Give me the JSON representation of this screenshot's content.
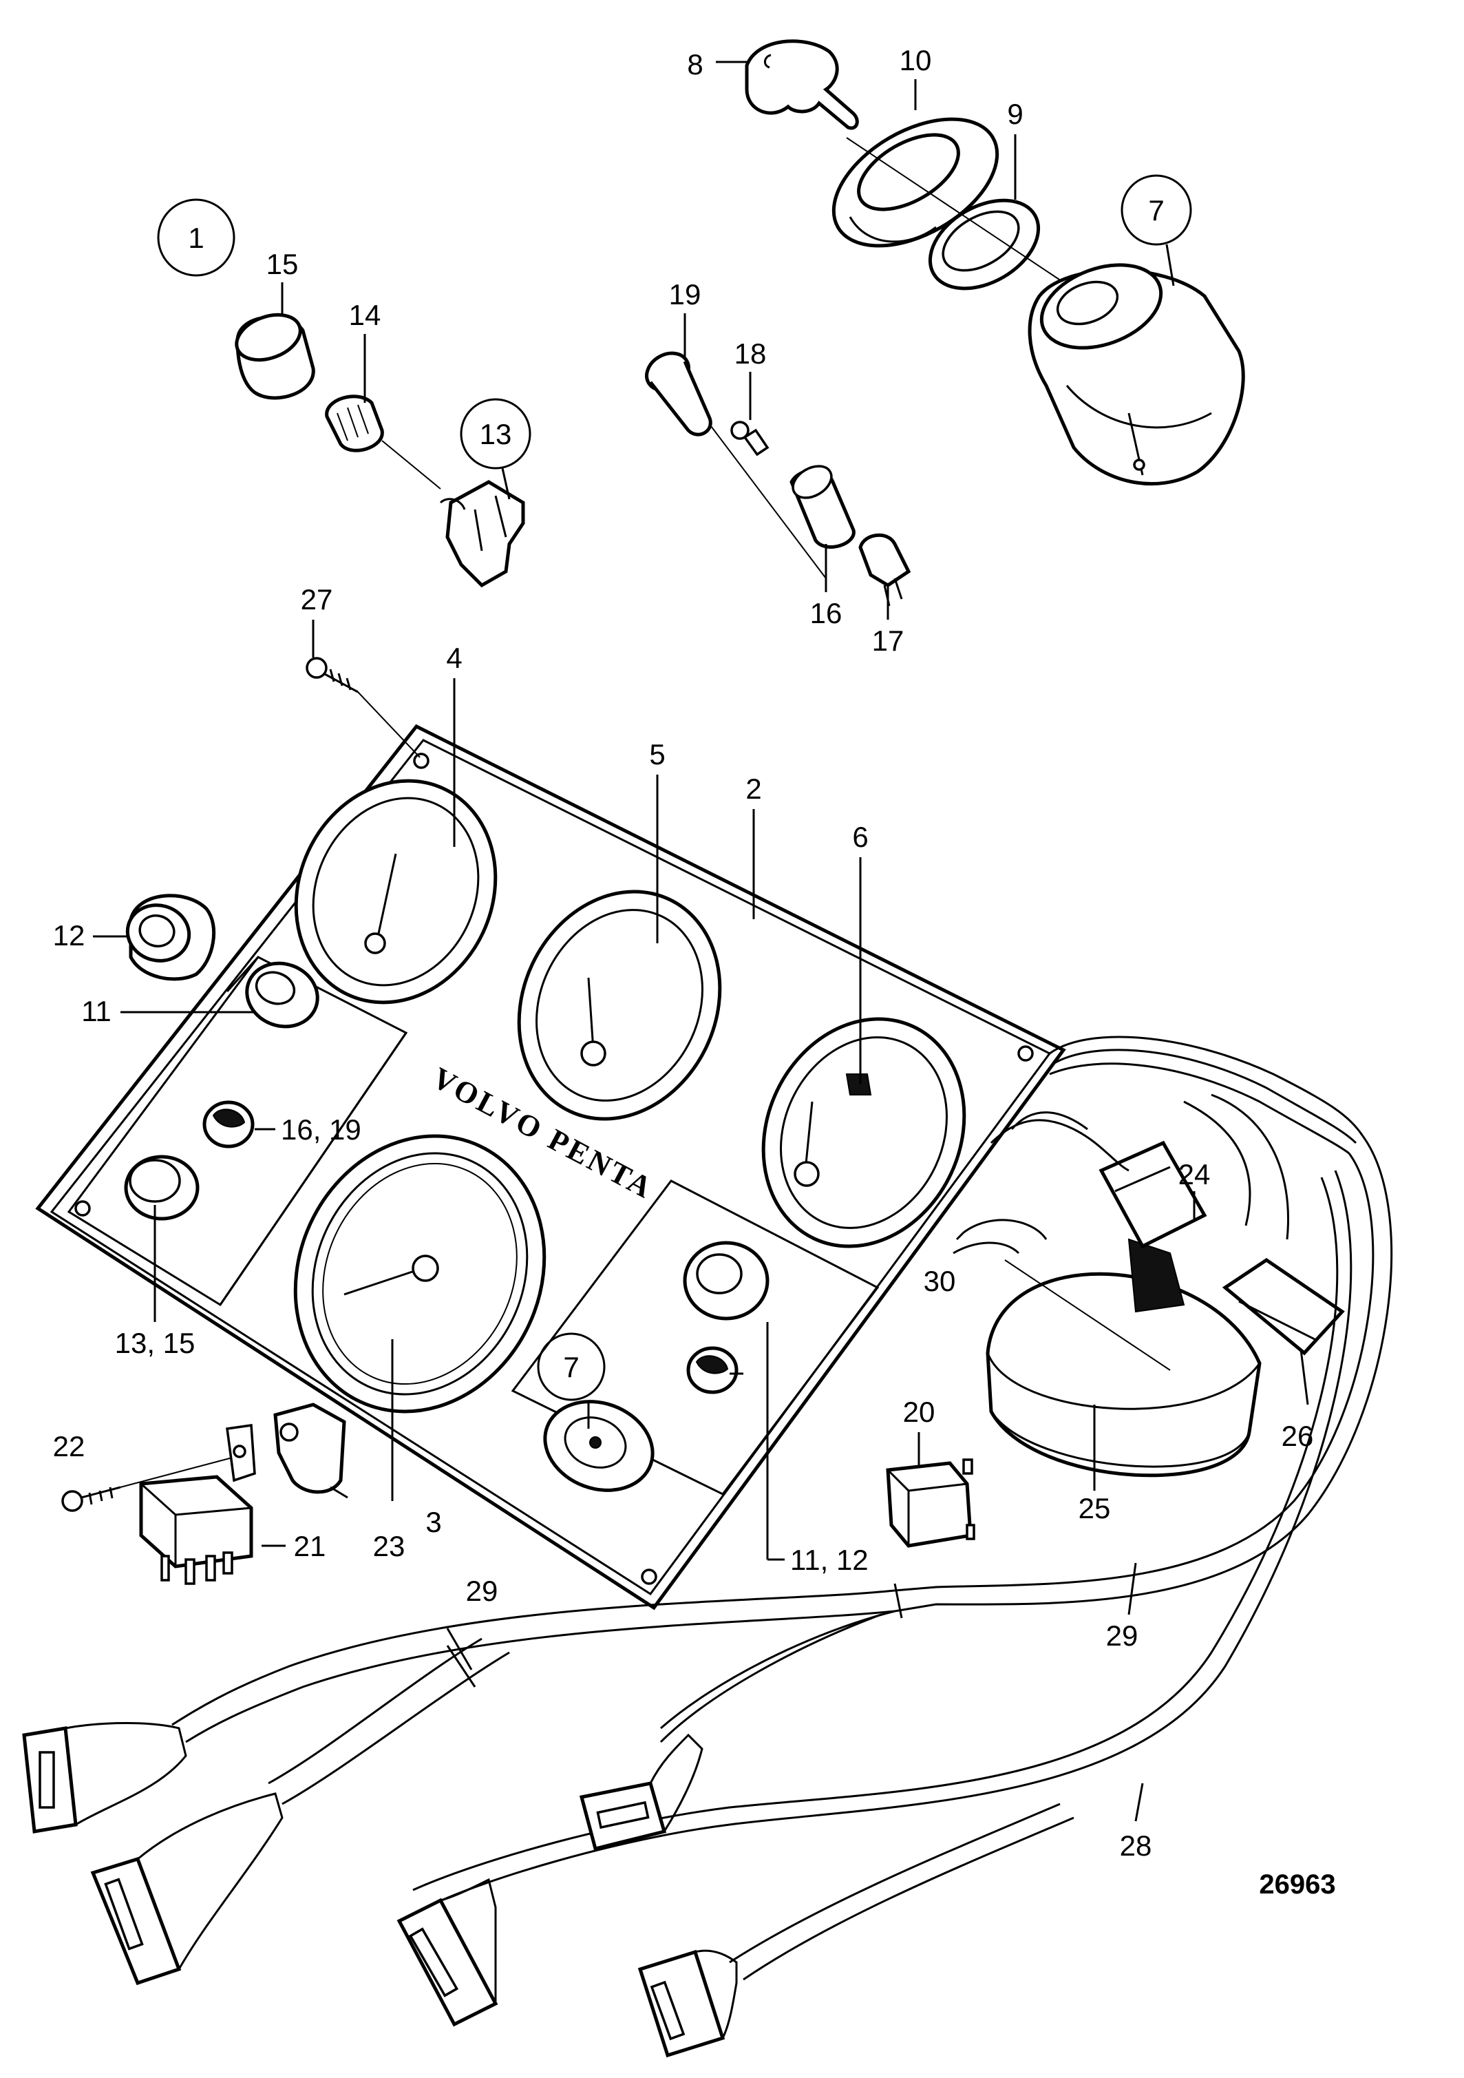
{
  "diagram": {
    "brand_text": "VOLVO PENTA",
    "drawing_number": "26963",
    "circled_labels": {
      "assembly": "1",
      "switch_13": "13",
      "ignition_switch": "7",
      "ignition_switch_panel": "7"
    },
    "labels": {
      "l2": "2",
      "l3": "3",
      "l4": "4",
      "l5": "5",
      "l6": "6",
      "l7": "7",
      "l8": "8",
      "l9": "9",
      "l10": "10",
      "l11": "11",
      "l11_12": "11, 12",
      "l12": "12",
      "l13_15": "13, 15",
      "l14": "14",
      "l15": "15",
      "l16": "16",
      "l16_19": "16, 19",
      "l17": "17",
      "l18": "18",
      "l19": "19",
      "l20": "20",
      "l21": "21",
      "l22": "22",
      "l23": "23",
      "l24": "24",
      "l25": "25",
      "l26": "26",
      "l27": "27",
      "l28": "28",
      "l29_top": "29",
      "l29_right": "29",
      "l30": "30"
    }
  }
}
